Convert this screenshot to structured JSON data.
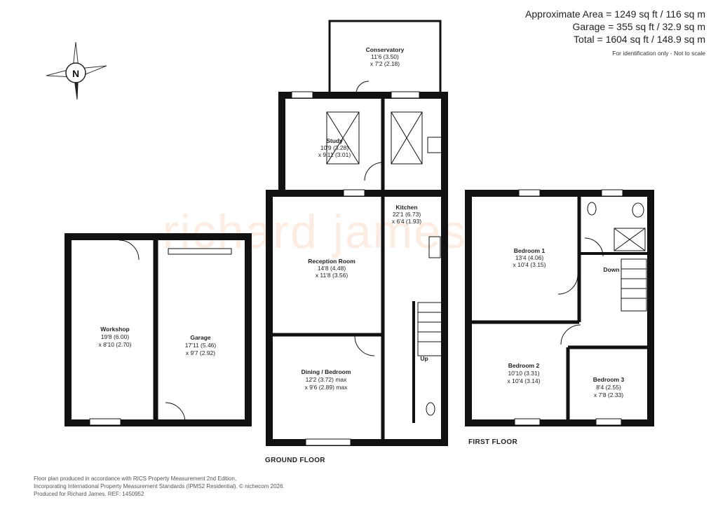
{
  "header": {
    "approx_area": "Approximate Area = 1249 sq ft / 116 sq m",
    "garage_area": "Garage = 355 sq ft / 32.9 sq m",
    "total_area": "Total = 1604 sq ft / 148.9 sq m",
    "note": "For identification only - Not to scale"
  },
  "compass": {
    "letter": "N",
    "icon": "compass-icon"
  },
  "watermark": "richard james",
  "floors": {
    "ground": "GROUND FLOOR",
    "first": "FIRST FLOOR"
  },
  "rooms": {
    "conservatory": {
      "name": "Conservatory",
      "dim1": "11'6 (3.50)",
      "dim2": "x 7'2 (2.18)"
    },
    "study": {
      "name": "Study",
      "dim1": "10'9 (3.28)",
      "dim2": "x 9'11 (3.01)"
    },
    "kitchen": {
      "name": "Kitchen",
      "dim1": "22'1 (6.73)",
      "dim2": "x 6'4 (1.93)"
    },
    "reception": {
      "name": "Reception Room",
      "dim1": "14'8 (4.48)",
      "dim2": "x 11'8 (3.56)"
    },
    "dining": {
      "name": "Dining / Bedroom",
      "dim1": "12'2 (3.72) max",
      "dim2": "x 9'6 (2.89) max"
    },
    "workshop": {
      "name": "Workshop",
      "dim1": "19'8 (6.00)",
      "dim2": "x 8'10 (2.70)"
    },
    "garage": {
      "name": "Garage",
      "dim1": "17'11 (5.46)",
      "dim2": "x 9'7 (2.92)"
    },
    "bedroom1": {
      "name": "Bedroom 1",
      "dim1": "13'4 (4.06)",
      "dim2": "x 10'4 (3.15)"
    },
    "bedroom2": {
      "name": "Bedroom 2",
      "dim1": "10'10 (3.31)",
      "dim2": "x 10'4 (3.14)"
    },
    "bedroom3": {
      "name": "Bedroom 3",
      "dim1": "8'4 (2.55)",
      "dim2": "x 7'8 (2.33)"
    }
  },
  "stairs": {
    "up": "Up",
    "down": "Down"
  },
  "footer": {
    "line1": "Floor plan produced in accordance with RICS Property Measurement 2nd Edition,",
    "line2": "Incorporating International Property Measurement Standards (IPMS2 Residential).",
    "copyright": "© nichecom 2026.",
    "line3": "Produced for Richard James.",
    "ref": "REF: 1450952"
  },
  "colors": {
    "wall": "#111111",
    "watermark": "#f0aa78"
  }
}
